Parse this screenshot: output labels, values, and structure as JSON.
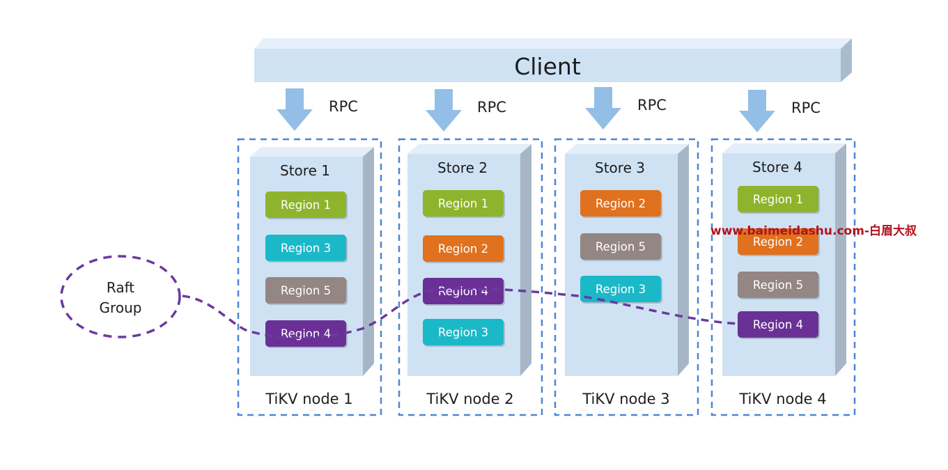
{
  "client": {
    "label": "Client"
  },
  "rpc_label": "RPC",
  "colors": {
    "region_1": "#8db42c",
    "region_2": "#e0711f",
    "region_3": "#1bb8c8",
    "region_4": "#6a3096",
    "region_5": "#938683",
    "dash_blue": "#4a86d4",
    "raft_purple": "#6a3aa0",
    "arrow": "#93bfe6",
    "store_face": "#cfe2f4"
  },
  "nodes": [
    {
      "store": "Store 1",
      "node": "TiKV node 1",
      "regions": [
        {
          "label": "Region 1",
          "key": "region_1"
        },
        {
          "label": "Region 3",
          "key": "region_3"
        },
        {
          "label": "Region 5",
          "key": "region_5"
        },
        {
          "label": "Region 4",
          "key": "region_4"
        }
      ]
    },
    {
      "store": "Store 2",
      "node": "TiKV node 2",
      "regions": [
        {
          "label": "Region 1",
          "key": "region_1"
        },
        {
          "label": "Region 2",
          "key": "region_2"
        },
        {
          "label": "Region 4",
          "key": "region_4"
        },
        {
          "label": "Region 3",
          "key": "region_3"
        }
      ]
    },
    {
      "store": "Store 3",
      "node": "TiKV node 3",
      "regions": [
        {
          "label": "Region 2",
          "key": "region_2"
        },
        {
          "label": "Region 5",
          "key": "region_5"
        },
        {
          "label": "Region 3",
          "key": "region_3"
        }
      ]
    },
    {
      "store": "Store 4",
      "node": "TiKV node 4",
      "regions": [
        {
          "label": "Region 1",
          "key": "region_1"
        },
        {
          "label": "Region 2",
          "key": "region_2"
        },
        {
          "label": "Region 5",
          "key": "region_5"
        },
        {
          "label": "Region 4",
          "key": "region_4"
        }
      ]
    }
  ],
  "raft_group": {
    "line1": "Raft",
    "line2": "Group"
  },
  "watermark": "www.baimeidashu.com-白眉大叔"
}
